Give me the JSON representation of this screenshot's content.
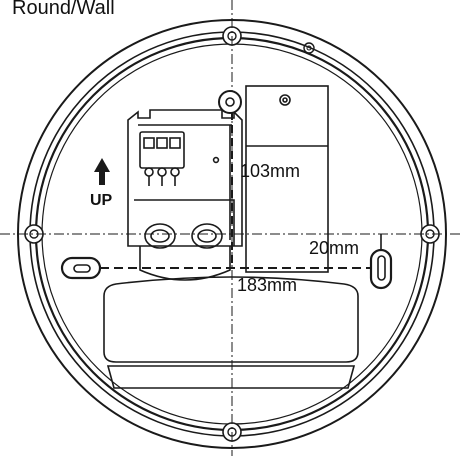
{
  "title": "Round/Wall",
  "up_label": "UP",
  "dimensions": {
    "vertical": "103mm",
    "slot_offset": "20mm",
    "horizontal": "183mm"
  },
  "colors": {
    "stroke": "#1a1a1a",
    "background": "#ffffff"
  }
}
